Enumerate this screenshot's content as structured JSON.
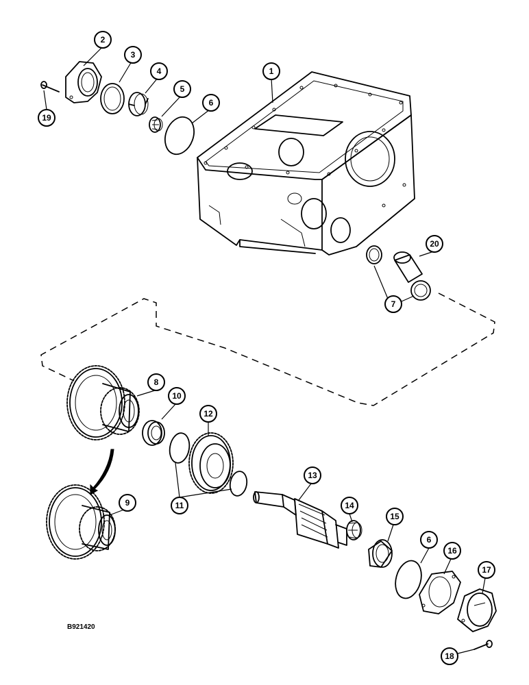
{
  "figure_id": "B921420",
  "callouts": [
    "1",
    "2",
    "3",
    "4",
    "5",
    "6",
    "7",
    "8",
    "9",
    "10",
    "11",
    "12",
    "13",
    "14",
    "15",
    "6",
    "16",
    "17",
    "18",
    "19",
    "20"
  ],
  "colors": {
    "ink": "#000000",
    "paper": "#ffffff"
  }
}
